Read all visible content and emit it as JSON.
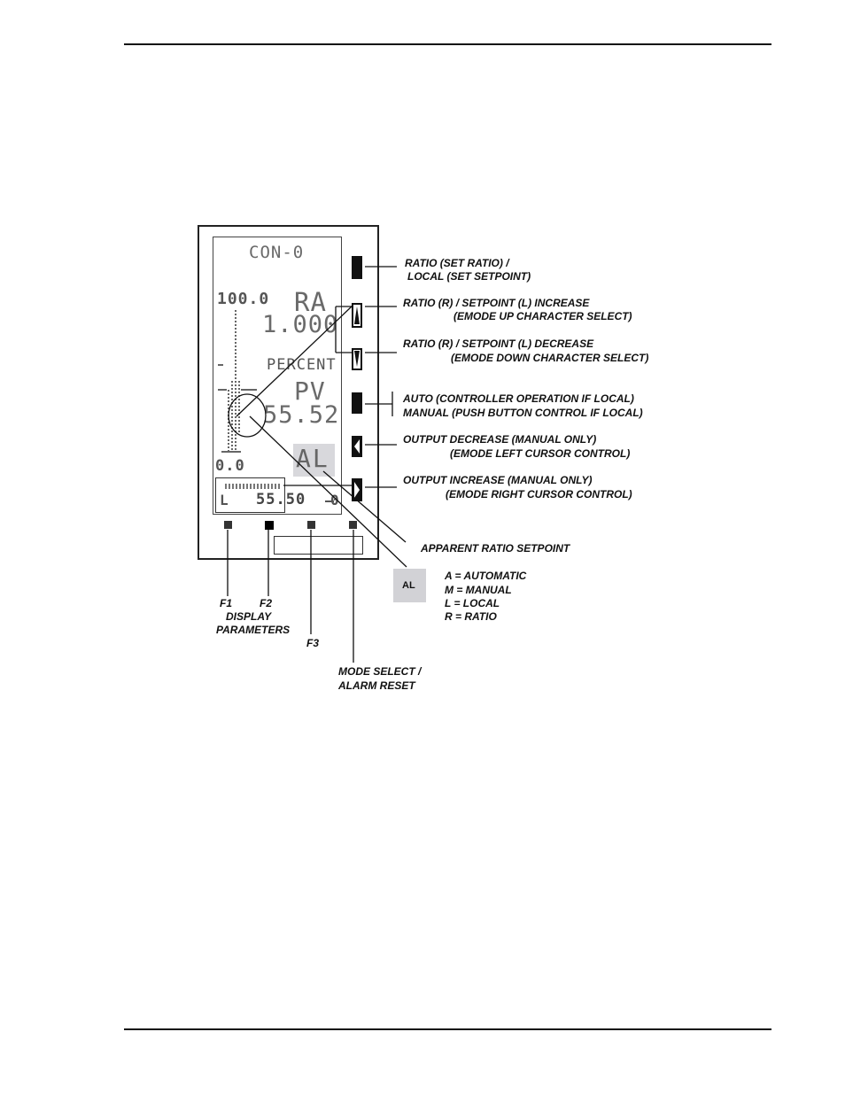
{
  "display": {
    "title": "CON-0",
    "scale_top": "100.0",
    "scale_bottom": "0.0",
    "mode_label": "RA",
    "ratio_value": "1.000",
    "units": "PERCENT",
    "pv_label": "PV",
    "pv_value": "55.52",
    "mode_indicator": "AL",
    "bar_low": "L",
    "bar_value": "55.50",
    "bar_high": "0"
  },
  "callouts": {
    "ratio_local_1": "RATIO  (SET RATIO) /",
    "ratio_local_2": "LOCAL  (SET SETPOINT)",
    "increase_1": "RATIO (R) / SETPOINT  (L) INCREASE",
    "increase_2": "(EMODE  UP CHARACTER SELECT)",
    "decrease_1": "RATIO (R) / SETPOINT (L) DECREASE",
    "decrease_2": "(EMODE DOWN CHARACTER SELECT)",
    "auto_1": "AUTO (CONTROLLER OPERATION IF LOCAL)",
    "auto_2": "MANUAL (PUSH BUTTON CONTROL IF LOCAL)",
    "out_dec_1": "OUTPUT DECREASE (MANUAL ONLY)",
    "out_dec_2": "(EMODE  LEFT CURSOR CONTROL)",
    "out_inc_1": "OUTPUT INCREASE (MANUAL ONLY)",
    "out_inc_2": "(EMODE RIGHT CURSOR CONTROL)",
    "apparent_setpoint": "APPARENT RATIO SETPOINT",
    "f1": "F1",
    "f2": "F2",
    "display_params_1": "DISPLAY",
    "display_params_2": "PARAMETERS",
    "f3": "F3",
    "mode_select_1": "MODE SELECT /",
    "mode_select_2": "ALARM RESET"
  },
  "legend": {
    "badge": "AL",
    "items": [
      "A = AUTOMATIC",
      "M = MANUAL",
      "L =  LOCAL",
      "R =  RATIO"
    ]
  }
}
